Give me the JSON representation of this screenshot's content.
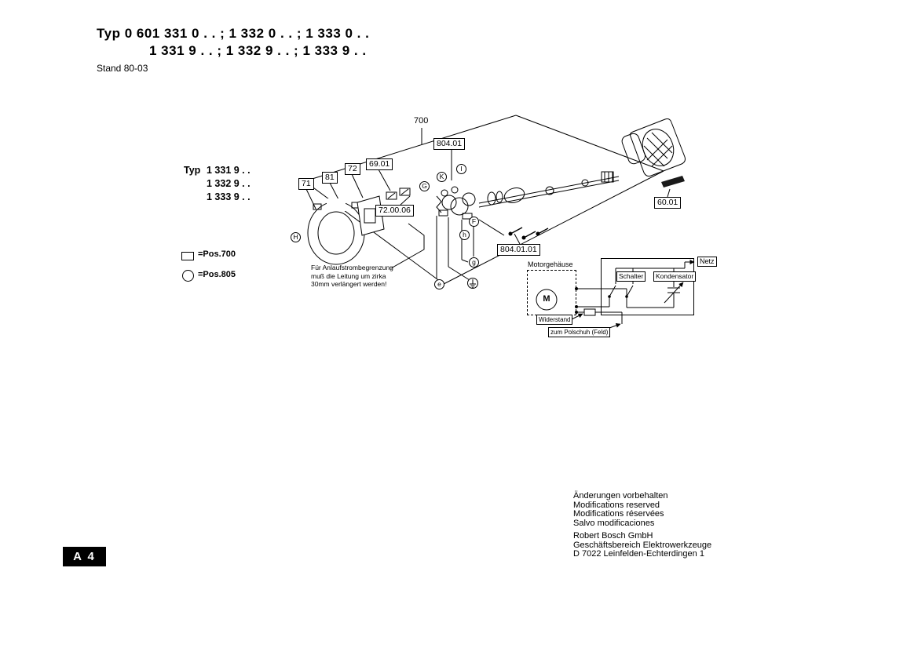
{
  "header": {
    "typ_label": "Typ",
    "line1": "0 601 331 0 . . ;  1 332 0 . . ;  1 333 0 . .",
    "line2": "1 331 9 . . ;  1 332 9 . . ;  1 333 9 . .",
    "stand": "Stand 80-03"
  },
  "variant_block": {
    "typ_label": "Typ",
    "lines": [
      "1 331 9 . .",
      "1 332 9 . .",
      "1 333 9 . ."
    ]
  },
  "part_labels": [
    "700",
    "804.01",
    "69.01",
    "72",
    "81",
    "71",
    "72.00.06",
    "804.01.01",
    "60.01"
  ],
  "circle_letters": [
    "I",
    "K",
    "G",
    "H",
    "F",
    "h",
    "g",
    "e"
  ],
  "legend": {
    "square_label": "=Pos.700",
    "circle_label": "=Pos.805"
  },
  "note": [
    "Für Anlaufstrombegrenzung",
    "muß die Leitung um zirka",
    "30mm verlängert werden!"
  ],
  "wiring": {
    "housing_label": "Motorgehäuse",
    "motor_symbol": "M",
    "switch_label": "Schalter",
    "capacitor_label": "Kondensator",
    "mains_label": "Netz",
    "resistor_label": "Widerstand",
    "field_label": "zum Polschuh (Feld)"
  },
  "footer": {
    "notices": [
      "Änderungen vorbehalten",
      "Modifications reserved",
      "Modifications réservées",
      "Salvo modificaciones"
    ],
    "company": [
      "Robert Bosch GmbH",
      "Geschäftsbereich Elektrowerkzeuge",
      "D 7022 Leinfelden-Echterdingen 1"
    ],
    "sheet_code": "A 4"
  }
}
